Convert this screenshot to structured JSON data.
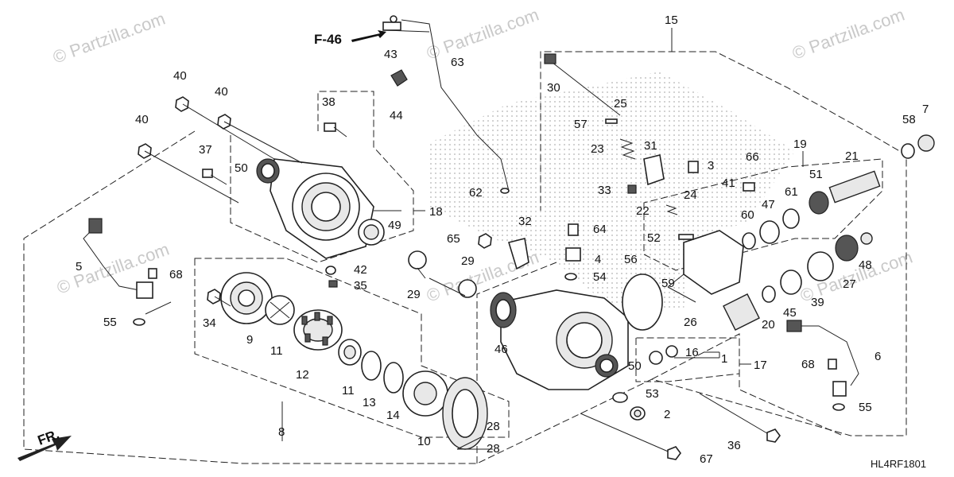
{
  "watermark": "© Partzilla.com",
  "ref_marker": "F-46",
  "direction_marker": "FR.",
  "diagram_code": "HL4RF1801",
  "callouts": [
    "1",
    "2",
    "3",
    "4",
    "5",
    "6",
    "7",
    "8",
    "9",
    "10",
    "11",
    "11",
    "12",
    "13",
    "14",
    "15",
    "16",
    "17",
    "18",
    "19",
    "20",
    "21",
    "22",
    "23",
    "24",
    "25",
    "26",
    "27",
    "28",
    "28",
    "29",
    "29",
    "30",
    "31",
    "32",
    "33",
    "34",
    "35",
    "36",
    "37",
    "38",
    "39",
    "40",
    "40",
    "40",
    "41",
    "42",
    "43",
    "44",
    "45",
    "46",
    "47",
    "48",
    "49",
    "50",
    "50",
    "51",
    "52",
    "53",
    "54",
    "55",
    "55",
    "56",
    "57",
    "58",
    "59",
    "60",
    "61",
    "62",
    "63",
    "64",
    "65",
    "66",
    "67",
    "68",
    "68"
  ]
}
